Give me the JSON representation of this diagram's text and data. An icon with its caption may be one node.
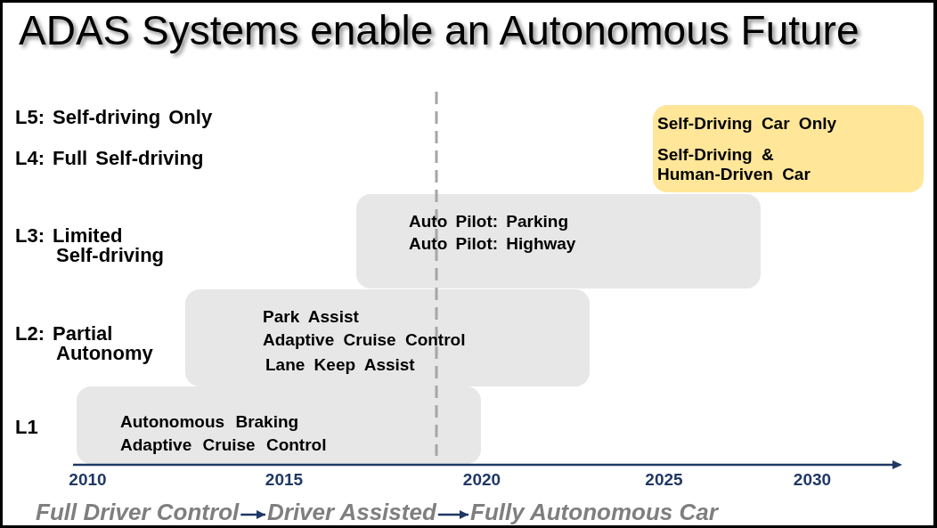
{
  "diagram": {
    "title": "ADAS Systems enable an Autonomous Future",
    "nodes": [
      {
        "text": [
          "Self-Driving Car Only",
          "Self-Driving & Human-Driven Car"
        ]
      },
      {
        "text": [
          "Auto Pilot: Parking",
          "Auto Pilot: Highway"
        ]
      },
      {
        "text": [
          "Park Assist",
          "Adaptive Cruise Control",
          "Lane Keep Assist"
        ]
      },
      {
        "text": [
          "Autonomous Braking",
          "Adaptive Cruise Control"
        ]
      },
      {
        "text": [
          "Full Driver Control"
        ]
      },
      {
        "text": [
          "Driver Assisted"
        ]
      },
      {
        "text": [
          "Fully Autonomous Car"
        ]
      }
    ],
    "edges": [
      {
        "from": 4,
        "to": 5,
        "arrow": "to"
      },
      {
        "from": 5,
        "to": 6,
        "arrow": "to"
      }
    ],
    "labels": [
      "L5: Self-driving Only",
      "L4: Full Self-driving",
      "L3: Limited Self-driving",
      "L2: Partial Autonomy",
      "L1",
      "2010",
      "2015",
      "2020",
      "2025",
      "2030"
    ]
  }
}
